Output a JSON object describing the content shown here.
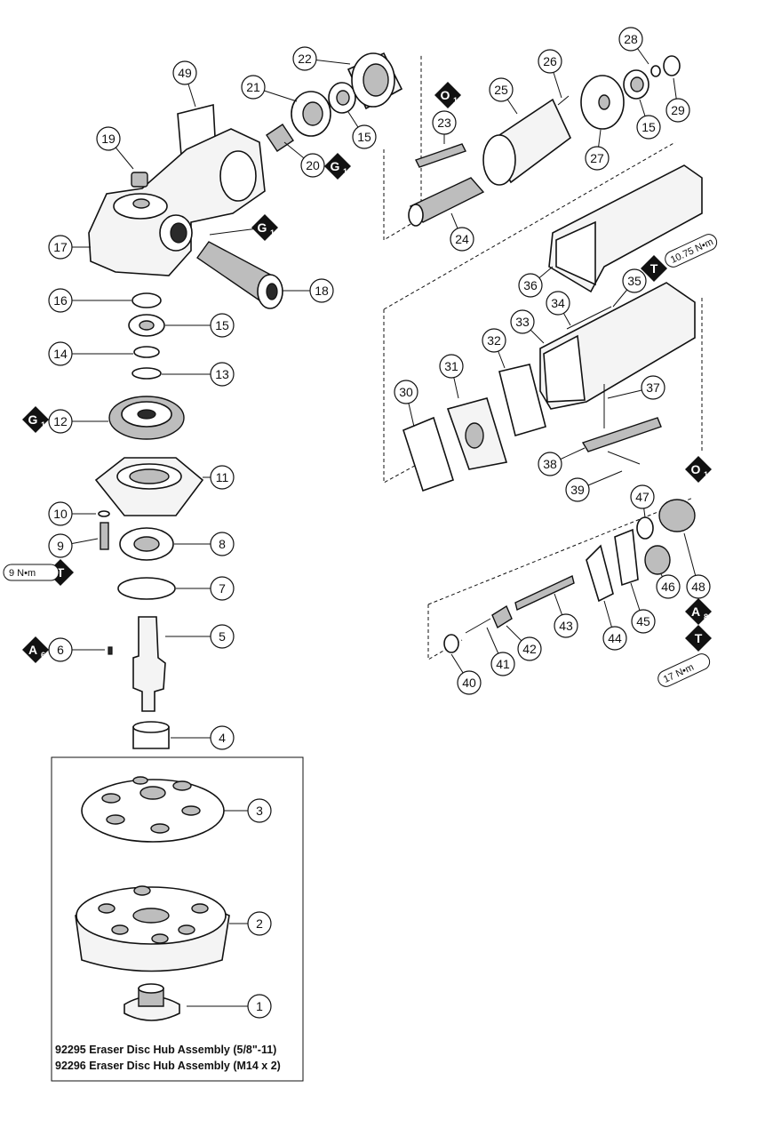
{
  "callouts": [
    {
      "num": "1"
    },
    {
      "num": "2"
    },
    {
      "num": "3"
    },
    {
      "num": "4"
    },
    {
      "num": "5"
    },
    {
      "num": "6"
    },
    {
      "num": "7"
    },
    {
      "num": "8"
    },
    {
      "num": "9"
    },
    {
      "num": "10"
    },
    {
      "num": "11"
    },
    {
      "num": "12"
    },
    {
      "num": "13"
    },
    {
      "num": "14"
    },
    {
      "num": "15"
    },
    {
      "num": "16"
    },
    {
      "num": "17"
    },
    {
      "num": "18"
    },
    {
      "num": "19"
    },
    {
      "num": "20"
    },
    {
      "num": "21"
    },
    {
      "num": "22"
    },
    {
      "num": "15"
    },
    {
      "num": "23"
    },
    {
      "num": "24"
    },
    {
      "num": "25"
    },
    {
      "num": "26"
    },
    {
      "num": "27"
    },
    {
      "num": "28"
    },
    {
      "num": "29"
    },
    {
      "num": "15"
    },
    {
      "num": "30"
    },
    {
      "num": "31"
    },
    {
      "num": "32"
    },
    {
      "num": "33"
    },
    {
      "num": "34"
    },
    {
      "num": "35"
    },
    {
      "num": "36"
    },
    {
      "num": "37"
    },
    {
      "num": "38"
    },
    {
      "num": "39"
    },
    {
      "num": "40"
    },
    {
      "num": "41"
    },
    {
      "num": "42"
    },
    {
      "num": "43"
    },
    {
      "num": "44"
    },
    {
      "num": "45"
    },
    {
      "num": "46"
    },
    {
      "num": "47"
    },
    {
      "num": "48"
    },
    {
      "num": "49"
    }
  ],
  "badges": [
    {
      "letter": "O",
      "sub": "1"
    },
    {
      "letter": "G",
      "sub": "1"
    },
    {
      "letter": "G",
      "sub": "1"
    },
    {
      "letter": "G",
      "sub": "1"
    },
    {
      "letter": "A",
      "sub": "6"
    },
    {
      "letter": "T",
      "sub": ""
    },
    {
      "letter": "T",
      "sub": ""
    },
    {
      "letter": "O",
      "sub": "1"
    },
    {
      "letter": "A",
      "sub": "8"
    },
    {
      "letter": "T",
      "sub": ""
    }
  ],
  "torques": [
    "9 N•m",
    "10.75 N•m",
    "17 N•m"
  ],
  "assembly_box": {
    "line1": "92295 Eraser Disc Hub Assembly (5/8\"-11)",
    "line2": "92296 Eraser Disc Hub Assembly (M14 x 2)"
  },
  "colors": {
    "ink": "#111111",
    "badge": "#111111",
    "paper": "#ffffff"
  }
}
